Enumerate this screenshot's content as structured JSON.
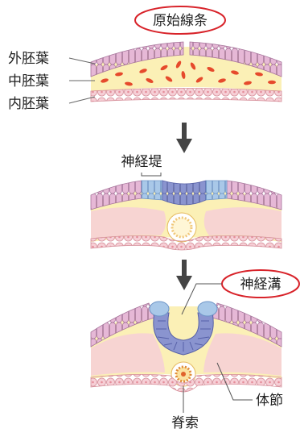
{
  "labels": {
    "primitive_streak": "原始線条",
    "ectoderm": "外胚葉",
    "mesoderm": "中胚葉",
    "endoderm": "内胚葉",
    "neural_plate": "神経堤",
    "neural_groove": "神経溝",
    "somite": "体節",
    "notochord": "脊索"
  },
  "colors": {
    "highlight_ring": "#d8232a",
    "ectoderm_cell": "#e6b8d6",
    "ectoderm_stroke": "#a7749b",
    "mesoderm_bg": "#fbf0b6",
    "mesoderm_cell": "#e64a2c",
    "endoderm_cell": "#f6cfd6",
    "neural_blue": "#7f89c9",
    "neural_light_blue": "#9fc1e4",
    "somite_pink": "#f7d4d2",
    "arrow": "#444444"
  }
}
